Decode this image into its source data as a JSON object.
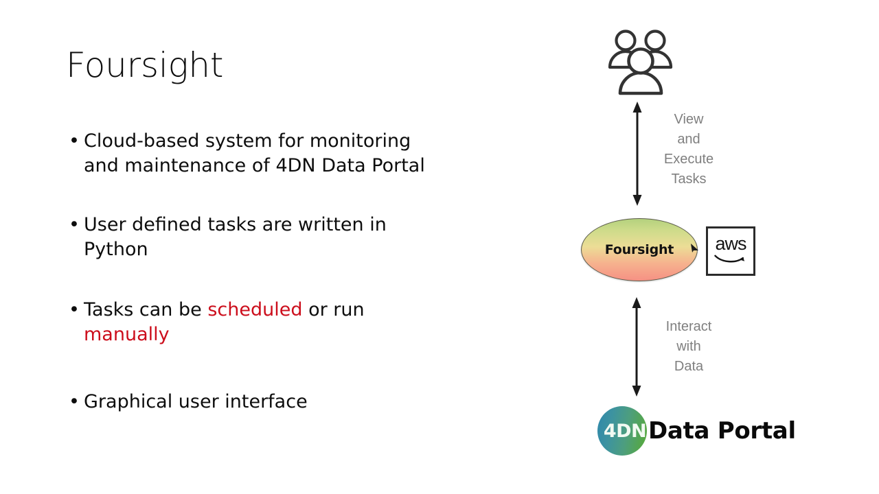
{
  "slide": {
    "title": "Foursight",
    "bullet_marker": "•",
    "bullets": [
      {
        "id": "cloud-based-system",
        "lines": [
          [
            {
              "text": "Cloud-based system for monitoring",
              "accent": false
            }
          ],
          [
            {
              "text": "and maintenance of 4DN Data Portal",
              "accent": false
            }
          ]
        ]
      },
      {
        "id": "user-defined-tasks",
        "lines": [
          [
            {
              "text": "User defined tasks are written in",
              "accent": false
            }
          ],
          [
            {
              "text": "Python",
              "accent": false
            }
          ]
        ]
      },
      {
        "id": "tasks-scheduled-or-manual",
        "lines": [
          [
            {
              "text": "Tasks can be ",
              "accent": false
            },
            {
              "text": "scheduled",
              "accent": true
            },
            {
              "text": " or run",
              "accent": false
            }
          ],
          [
            {
              "text": "manually",
              "accent": true
            }
          ]
        ]
      },
      {
        "id": "graphical-user-interface",
        "lines": [
          [
            {
              "text": "Graphical user interface",
              "accent": false
            }
          ]
        ]
      }
    ]
  },
  "diagram": {
    "actor": {
      "icon": "people-group-icon",
      "label": ""
    },
    "top_arrow": {
      "icon": "double-headed-vertical-arrow-icon",
      "label_lines": [
        "View",
        "and",
        "Execute",
        "Tasks"
      ]
    },
    "system": {
      "label": "Foursight",
      "cloud_provider": {
        "name": "aws",
        "icon": "aws-logo-icon"
      }
    },
    "bottom_arrow": {
      "icon": "double-headed-vertical-arrow-icon",
      "label_lines": [
        "Interact",
        "with",
        "Data"
      ]
    },
    "datastore": {
      "mark_text": "4DN",
      "label": "Data Portal"
    }
  },
  "colors": {
    "background": "#ffffff",
    "text": "#0d0d0d",
    "accent_red": "#cc0e1c",
    "arrow_label_gray": "#7f7f7f",
    "arrow_stroke": "#1a1a1a",
    "icon_stroke": "#333333",
    "ellipse_gradient_top": "#b4d17e",
    "ellipse_gradient_mid": "#ecdd96",
    "ellipse_gradient_bottom": "#f69184",
    "portal_gradient_start": "#2f88ab",
    "portal_gradient_end": "#5aab3f",
    "aws_border": "#2b2b2b"
  }
}
